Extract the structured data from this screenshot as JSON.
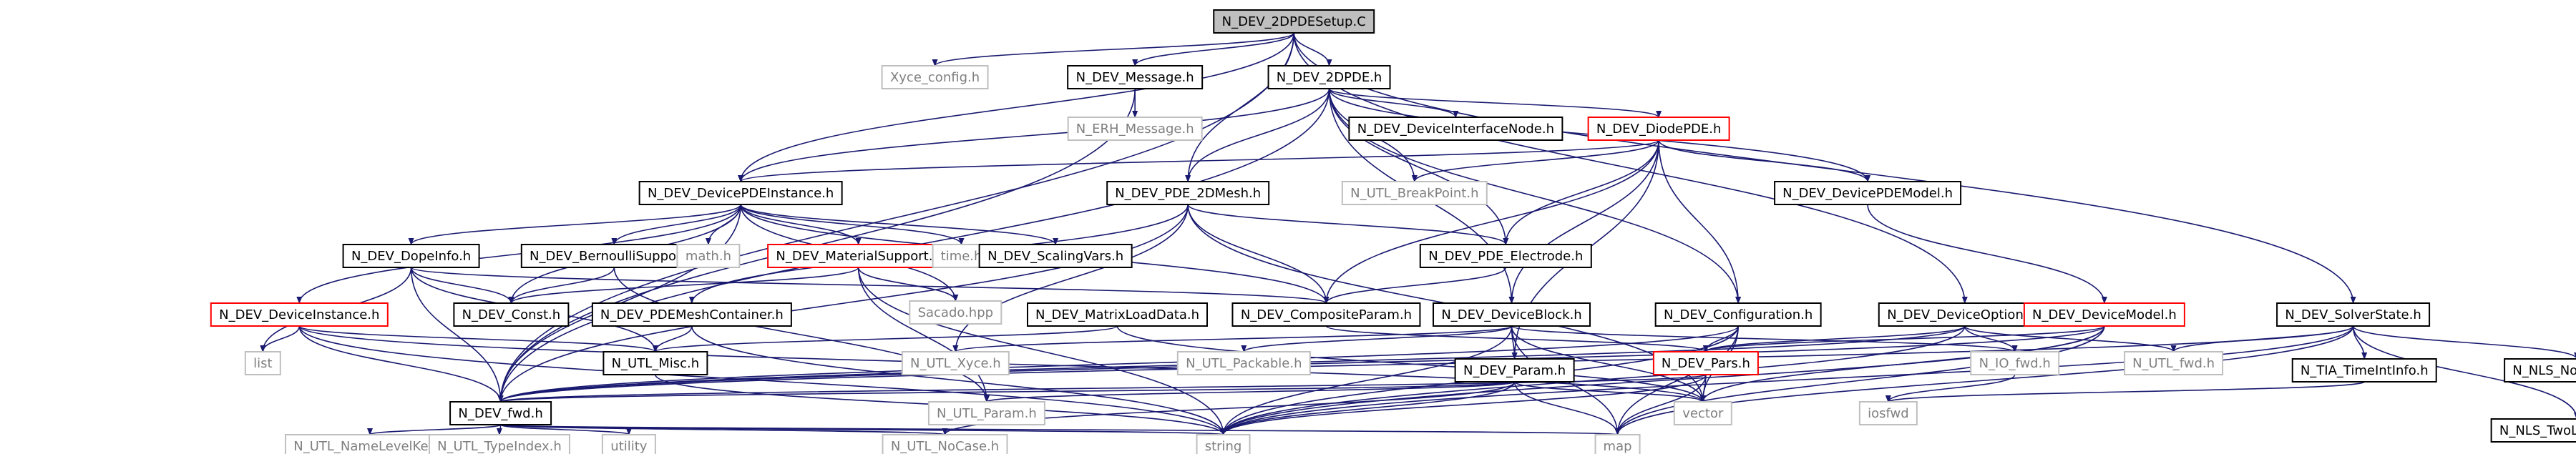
{
  "colors": {
    "edge": "#191970",
    "box_normal": "#000000",
    "box_red": "#ff0000",
    "box_missing": "#bfbfbf",
    "text_normal": "#000000",
    "text_missing": "#7f7f7f",
    "root_fill": "#bfbfbf"
  },
  "nodes": [
    {
      "id": "root",
      "label": "N_DEV_2DPDESetup.C",
      "style": "root"
    },
    {
      "id": "xyce_config",
      "label": "Xyce_config.h",
      "style": "missing"
    },
    {
      "id": "message",
      "label": "N_DEV_Message.h",
      "style": "normal"
    },
    {
      "id": "twodpde",
      "label": "N_DEV_2DPDE.h",
      "style": "normal"
    },
    {
      "id": "erh",
      "label": "N_ERH_Message.h",
      "style": "missing"
    },
    {
      "id": "devifnode",
      "label": "N_DEV_DeviceInterfaceNode.h",
      "style": "normal"
    },
    {
      "id": "diodepde",
      "label": "N_DEV_DiodePDE.h",
      "style": "red"
    },
    {
      "id": "pdeinst",
      "label": "N_DEV_DevicePDEInstance.h",
      "style": "normal"
    },
    {
      "id": "pde2dmesh",
      "label": "N_DEV_PDE_2DMesh.h",
      "style": "normal"
    },
    {
      "id": "breakpoint",
      "label": "N_UTL_BreakPoint.h",
      "style": "missing"
    },
    {
      "id": "pdemodel",
      "label": "N_DEV_DevicePDEModel.h",
      "style": "normal"
    },
    {
      "id": "dopeinfo",
      "label": "N_DEV_DopeInfo.h",
      "style": "normal"
    },
    {
      "id": "bernoulli",
      "label": "N_DEV_BernoulliSupport.h",
      "style": "normal"
    },
    {
      "id": "matsupport",
      "label": "N_DEV_MaterialSupport.h",
      "style": "red"
    },
    {
      "id": "mathh",
      "label": "math.h",
      "style": "missing"
    },
    {
      "id": "timeh",
      "label": "time.h",
      "style": "missing"
    },
    {
      "id": "scalingvars",
      "label": "N_DEV_ScalingVars.h",
      "style": "normal"
    },
    {
      "id": "pdeelectrode",
      "label": "N_DEV_PDE_Electrode.h",
      "style": "normal"
    },
    {
      "id": "sacado",
      "label": "Sacado.hpp",
      "style": "missing"
    },
    {
      "id": "devinstance",
      "label": "N_DEV_DeviceInstance.h",
      "style": "red"
    },
    {
      "id": "devconst",
      "label": "N_DEV_Const.h",
      "style": "normal"
    },
    {
      "id": "meshcontainer",
      "label": "N_DEV_PDEMeshContainer.h",
      "style": "normal"
    },
    {
      "id": "matrixload",
      "label": "N_DEV_MatrixLoadData.h",
      "style": "normal"
    },
    {
      "id": "compparam",
      "label": "N_DEV_CompositeParam.h",
      "style": "normal"
    },
    {
      "id": "devblock",
      "label": "N_DEV_DeviceBlock.h",
      "style": "normal"
    },
    {
      "id": "configuration",
      "label": "N_DEV_Configuration.h",
      "style": "normal"
    },
    {
      "id": "devoptions",
      "label": "N_DEV_DeviceOptions.h",
      "style": "normal"
    },
    {
      "id": "devmodel",
      "label": "N_DEV_DeviceModel.h",
      "style": "red"
    },
    {
      "id": "solverstate",
      "label": "N_DEV_SolverState.h",
      "style": "normal"
    },
    {
      "id": "list",
      "label": "list",
      "style": "missing"
    },
    {
      "id": "utlmisc",
      "label": "N_UTL_Misc.h",
      "style": "normal"
    },
    {
      "id": "utlxyce",
      "label": "N_UTL_Xyce.h",
      "style": "missing"
    },
    {
      "id": "packable",
      "label": "N_UTL_Packable.h",
      "style": "missing"
    },
    {
      "id": "devparam",
      "label": "N_DEV_Param.h",
      "style": "normal"
    },
    {
      "id": "devpars",
      "label": "N_DEV_Pars.h",
      "style": "red"
    },
    {
      "id": "iofwd",
      "label": "N_IO_fwd.h",
      "style": "missing"
    },
    {
      "id": "utlfwd",
      "label": "N_UTL_fwd.h",
      "style": "missing"
    },
    {
      "id": "tia",
      "label": "N_TIA_TimeIntInfo.h",
      "style": "normal"
    },
    {
      "id": "nlsnonlin",
      "label": "N_NLS_NonLinInfo.h",
      "style": "normal"
    },
    {
      "id": "nlstwolevel",
      "label": "N_NLS_TwoLevelEnum.h",
      "style": "normal"
    },
    {
      "id": "devfwd",
      "label": "N_DEV_fwd.h",
      "style": "normal"
    },
    {
      "id": "utlparam",
      "label": "N_UTL_Param.h",
      "style": "missing"
    },
    {
      "id": "vector",
      "label": "vector",
      "style": "missing"
    },
    {
      "id": "iosfwd",
      "label": "iosfwd",
      "style": "missing"
    },
    {
      "id": "namelevel",
      "label": "N_UTL_NameLevelKey.h",
      "style": "missing"
    },
    {
      "id": "typeindex",
      "label": "N_UTL_TypeIndex.h",
      "style": "missing"
    },
    {
      "id": "utility",
      "label": "utility",
      "style": "missing"
    },
    {
      "id": "nocase",
      "label": "N_UTL_NoCase.h",
      "style": "missing"
    },
    {
      "id": "string",
      "label": "string",
      "style": "missing"
    },
    {
      "id": "map",
      "label": "map",
      "style": "missing"
    }
  ],
  "edges": [
    [
      "root",
      "xyce_config"
    ],
    [
      "root",
      "message"
    ],
    [
      "root",
      "twodpde"
    ],
    [
      "root",
      "devoptions"
    ],
    [
      "root",
      "solverstate"
    ],
    [
      "root",
      "pdeinst"
    ],
    [
      "root",
      "pde2dmesh"
    ],
    [
      "root",
      "devfwd"
    ],
    [
      "message",
      "erh"
    ],
    [
      "message",
      "devfwd"
    ],
    [
      "twodpde",
      "devifnode"
    ],
    [
      "twodpde",
      "diodepde"
    ],
    [
      "twodpde",
      "pdeinst"
    ],
    [
      "twodpde",
      "pde2dmesh"
    ],
    [
      "twodpde",
      "breakpoint"
    ],
    [
      "twodpde",
      "pdemodel"
    ],
    [
      "twodpde",
      "configuration"
    ],
    [
      "twodpde",
      "pdeelectrode"
    ],
    [
      "twodpde",
      "devblock"
    ],
    [
      "twodpde",
      "devfwd"
    ],
    [
      "diodepde",
      "pdeinst"
    ],
    [
      "diodepde",
      "breakpoint"
    ],
    [
      "diodepde",
      "pdemodel"
    ],
    [
      "diodepde",
      "pdeelectrode"
    ],
    [
      "diodepde",
      "compparam"
    ],
    [
      "diodepde",
      "devblock"
    ],
    [
      "diodepde",
      "configuration"
    ],
    [
      "diodepde",
      "devparam"
    ],
    [
      "pdeinst",
      "dopeinfo"
    ],
    [
      "pdeinst",
      "bernoulli"
    ],
    [
      "pdeinst",
      "matsupport"
    ],
    [
      "pdeinst",
      "mathh"
    ],
    [
      "pdeinst",
      "timeh"
    ],
    [
      "pdeinst",
      "scalingvars"
    ],
    [
      "pdeinst",
      "devinstance"
    ],
    [
      "pdeinst",
      "devconst"
    ],
    [
      "pdeinst",
      "compparam"
    ],
    [
      "pdeinst",
      "sacado"
    ],
    [
      "pdeinst",
      "devfwd"
    ],
    [
      "pde2dmesh",
      "pdeelectrode"
    ],
    [
      "pde2dmesh",
      "meshcontainer"
    ],
    [
      "pde2dmesh",
      "utlxyce"
    ],
    [
      "pde2dmesh",
      "compparam"
    ],
    [
      "pde2dmesh",
      "vector"
    ],
    [
      "pde2dmesh",
      "devfwd"
    ],
    [
      "pdemodel",
      "devmodel"
    ],
    [
      "dopeinfo",
      "devconst"
    ],
    [
      "dopeinfo",
      "list"
    ],
    [
      "dopeinfo",
      "compparam"
    ],
    [
      "dopeinfo",
      "utlmisc"
    ],
    [
      "dopeinfo",
      "devfwd"
    ],
    [
      "bernoulli",
      "devconst"
    ],
    [
      "bernoulli",
      "utlparam"
    ],
    [
      "matsupport",
      "devconst"
    ],
    [
      "matsupport",
      "sacado"
    ],
    [
      "matsupport",
      "string"
    ],
    [
      "matsupport",
      "utlparam"
    ],
    [
      "pdeelectrode",
      "compparam"
    ],
    [
      "devinstance",
      "list"
    ],
    [
      "devinstance",
      "utlmisc"
    ],
    [
      "devinstance",
      "devfwd"
    ],
    [
      "devinstance",
      "vector"
    ],
    [
      "devinstance",
      "string"
    ],
    [
      "meshcontainer",
      "utlmisc"
    ],
    [
      "meshcontainer",
      "string"
    ],
    [
      "matrixload",
      "utlmisc"
    ],
    [
      "matrixload",
      "vector"
    ],
    [
      "compparam",
      "devpars"
    ],
    [
      "devblock",
      "utlxyce"
    ],
    [
      "devblock",
      "packable"
    ],
    [
      "devblock",
      "devparam"
    ],
    [
      "devblock",
      "iofwd"
    ],
    [
      "devblock",
      "string"
    ],
    [
      "devblock",
      "vector"
    ],
    [
      "devblock",
      "map"
    ],
    [
      "configuration",
      "devpars"
    ],
    [
      "configuration",
      "devfwd"
    ],
    [
      "configuration",
      "vector"
    ],
    [
      "configuration",
      "string"
    ],
    [
      "configuration",
      "map"
    ],
    [
      "devoptions",
      "devpars"
    ],
    [
      "devoptions",
      "iofwd"
    ],
    [
      "devoptions",
      "utlfwd"
    ],
    [
      "devoptions",
      "string"
    ],
    [
      "devoptions",
      "devfwd"
    ],
    [
      "devmodel",
      "devpars"
    ],
    [
      "devmodel",
      "devfwd"
    ],
    [
      "devmodel",
      "vector"
    ],
    [
      "devmodel",
      "string"
    ],
    [
      "devmodel",
      "map"
    ],
    [
      "solverstate",
      "utlfwd"
    ],
    [
      "solverstate",
      "tia"
    ],
    [
      "solverstate",
      "nlsnonlin"
    ],
    [
      "solverstate",
      "nlstwolevel"
    ],
    [
      "solverstate",
      "devfwd"
    ],
    [
      "solverstate",
      "string"
    ],
    [
      "solverstate",
      "map"
    ],
    [
      "devparam",
      "utlparam"
    ],
    [
      "devparam",
      "devfwd"
    ],
    [
      "devparam",
      "vector"
    ],
    [
      "devparam",
      "string"
    ],
    [
      "devparam",
      "nocase"
    ],
    [
      "devparam",
      "map"
    ],
    [
      "devpars",
      "devfwd"
    ],
    [
      "devpars",
      "vector"
    ],
    [
      "devpars",
      "string"
    ],
    [
      "devpars",
      "map"
    ],
    [
      "tia",
      "iosfwd"
    ],
    [
      "nlsnonlin",
      "nlstwolevel"
    ],
    [
      "devfwd",
      "namelevel"
    ],
    [
      "devfwd",
      "typeindex"
    ],
    [
      "devfwd",
      "utility"
    ],
    [
      "devfwd",
      "nocase"
    ],
    [
      "devfwd",
      "string"
    ],
    [
      "devfwd",
      "map"
    ],
    [
      "utlmisc",
      "string"
    ],
    [
      "iofwd",
      "iosfwd"
    ]
  ]
}
